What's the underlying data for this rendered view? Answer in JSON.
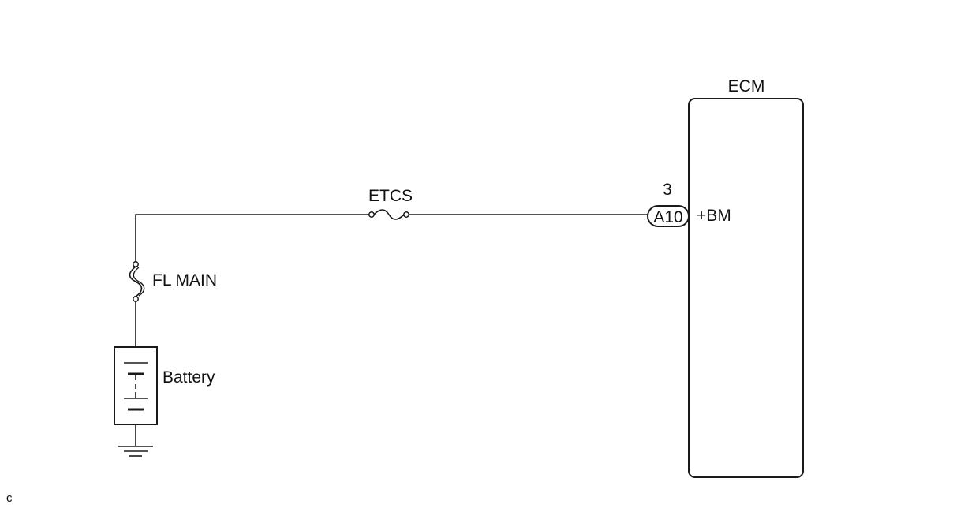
{
  "ecm": {
    "title": "ECM",
    "pin_number": "3",
    "connector": "A10",
    "terminal": "+BM"
  },
  "fuses": {
    "etcs": "ETCS",
    "fl_main": "FL MAIN"
  },
  "battery": {
    "label": "Battery"
  },
  "footer": {
    "code": "c"
  },
  "colors": {
    "line": "#1a1a1a",
    "background": "#ffffff"
  }
}
